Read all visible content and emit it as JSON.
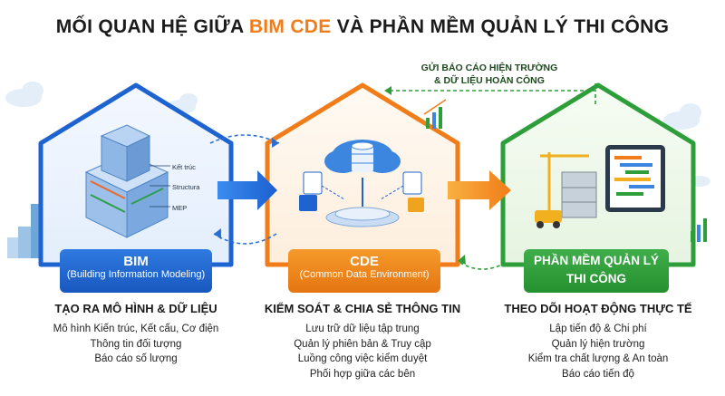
{
  "title": {
    "part1": "MỐI QUAN HỆ GIỮA ",
    "highlight": "BIM CDE",
    "part2": " VÀ PHẦN MỀM QUẢN LÝ THI CÔNG"
  },
  "feedback": {
    "line1": "GỬI BÁO CÁO HIỆN TRƯỜNG",
    "line2": "& DỮ LIỆU HOÀN CÔNG"
  },
  "bim": {
    "title": "BIM",
    "subtitle": "(Building Information Modeling)",
    "labels": [
      "Kết trúc",
      "Structura",
      "MEP"
    ],
    "heading": "TẠO RA MÔ HÌNH & DỮ LIỆU",
    "items": [
      "Mô hình Kiến trúc, Kết cấu, Cơ điện",
      "Thông tin đối tượng",
      "Báo cáo số lượng"
    ]
  },
  "cde": {
    "title": "CDE",
    "subtitle": "(Common Data Environment)",
    "heading": "KIỂM SOÁT & CHIA SẺ THÔNG TIN",
    "items": [
      "Lưu trữ dữ liệu tập trung",
      "Quản lý phiên bản & Truy cập",
      "Luồng công việc kiểm duyệt",
      "Phối hợp giữa các bên"
    ]
  },
  "pm": {
    "title_line1": "PHẦN MỀM QUẢN LÝ",
    "title_line2": "THI CÔNG",
    "heading": "THEO DÕI HOẠT ĐỘNG THỰC TẾ",
    "items": [
      "Lập tiến độ & Chi phí",
      "Quản lý hiện trường",
      "Kiểm tra chất lượng & An toàn",
      "Báo cáo tiến độ"
    ]
  },
  "colors": {
    "bim": "#1e64d0",
    "cde": "#f07d1a",
    "pm": "#2e9e3a",
    "title_highlight": "#f07d1a"
  }
}
